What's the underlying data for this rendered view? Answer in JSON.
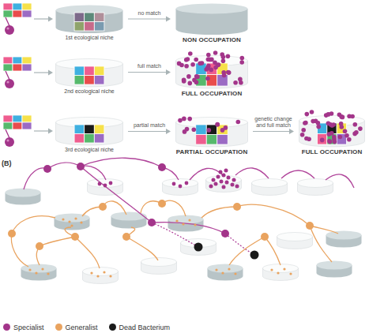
{
  "diagram": {
    "nodes": [
      {
        "text": [
          "1st ecological niche"
        ]
      },
      {
        "text": [
          "NON OCCUPATION"
        ]
      },
      {
        "text": [
          "2nd ecological niche"
        ]
      },
      {
        "text": [
          "FULL OCCUPATION"
        ]
      },
      {
        "text": [
          "3rd ecological niche"
        ]
      },
      {
        "text": [
          "PARTIAL OCCUPATION"
        ]
      },
      {
        "text": [
          "FULL OCCUPATION"
        ]
      }
    ],
    "edges": [
      {
        "from": 0,
        "to": 1,
        "arrow": "to",
        "label": "no match"
      },
      {
        "from": 2,
        "to": 3,
        "arrow": "to",
        "label": "full match"
      },
      {
        "from": 4,
        "to": 5,
        "arrow": "to",
        "label": "partial match"
      },
      {
        "from": 5,
        "to": 6,
        "arrow": "to",
        "label": "genetic change and full match"
      }
    ],
    "labels": [
      "(B)"
    ],
    "legend": [
      {
        "text": "Specialist",
        "color": "#a3358a"
      },
      {
        "text": "Generalist",
        "color": "#e9a35f"
      },
      {
        "text": "Dead Bacterium",
        "color": "#1a1a1a"
      }
    ]
  }
}
